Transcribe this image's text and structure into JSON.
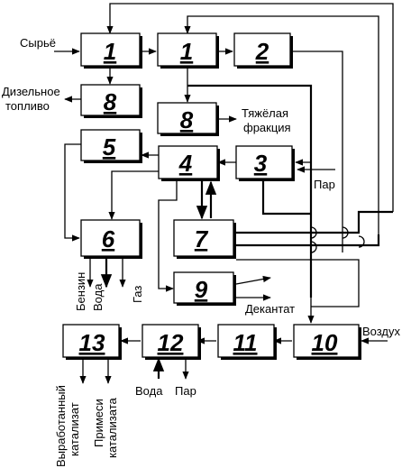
{
  "units": {
    "u1a": "1",
    "u1b": "1",
    "u2": "2",
    "u3": "3",
    "u4": "4",
    "u5": "5",
    "u6": "6",
    "u7": "7",
    "u8a": "8",
    "u8b": "8",
    "u9": "9",
    "u10": "10",
    "u11": "11",
    "u12": "12",
    "u13": "13"
  },
  "labels": {
    "feed": "Сырьё",
    "diesel_1": "Дизельное",
    "diesel_2": "топливо",
    "heavy_1": "Тяжёлая",
    "heavy_2": "фракция",
    "steam_in": "Пар",
    "petrol": "Бензин",
    "water_out": "Вода",
    "gas": "Газ",
    "decant": "Декантат",
    "air": "Воздух",
    "water_in": "Вода",
    "steam_out": "Пар",
    "spent_1": "Выработанный",
    "spent_2": "катализат",
    "impurities_1": "Примеси",
    "impurities_2": "катализата"
  }
}
